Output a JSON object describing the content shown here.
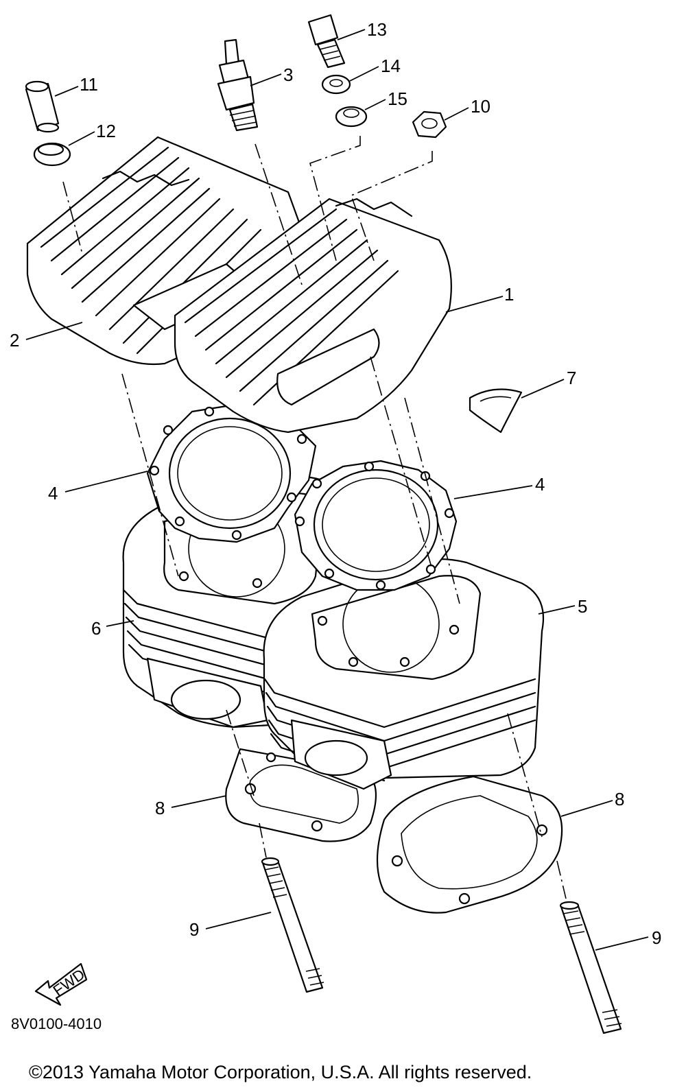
{
  "diagram": {
    "callouts": [
      "1",
      "2",
      "3",
      "4",
      "4",
      "5",
      "6",
      "7",
      "8",
      "8",
      "9",
      "9",
      "10",
      "11",
      "12",
      "13",
      "14",
      "15"
    ],
    "fwd_label": "FWD",
    "part_code": "8V0100-4010",
    "copyright": "©2013 Yamaha Motor Corporation, U.S.A. All rights reserved."
  }
}
